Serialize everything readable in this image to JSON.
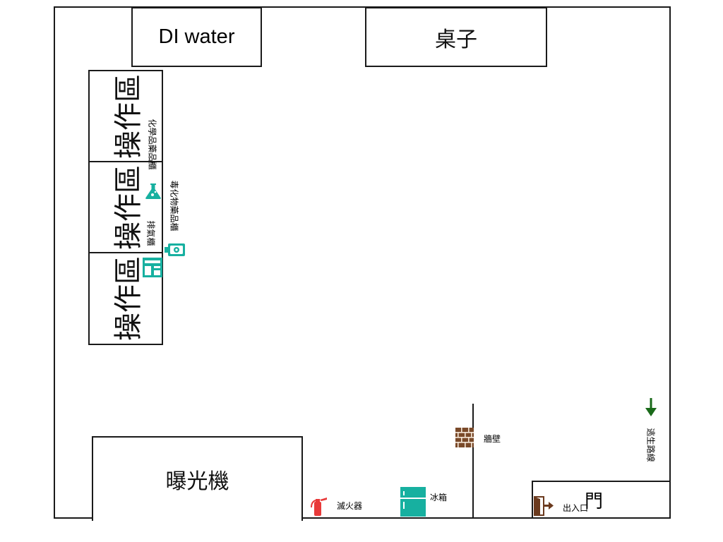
{
  "rooms": {
    "di_water": "DI water",
    "table": "桌子",
    "work_zones": [
      "操作區",
      "操作區",
      "操作區"
    ],
    "exposure": "曝光機"
  },
  "labels": {
    "chemical_cabinet": "化學品藥品櫃",
    "toxic_cabinet": "毒化物藥品櫃",
    "fume_hood": "排氣櫃",
    "wall": "牆壁",
    "escape_route": "逃生路線",
    "fire_extinguisher": "滅火器",
    "fridge": "冰箱",
    "exit": "出入口",
    "door": "門"
  },
  "colors": {
    "teal": "#17b0a0",
    "brick": "#7a4a2a",
    "fire_red": "#e83a3a",
    "arrow_green": "#1a6a1a"
  },
  "icons": {
    "flask": "flask-icon",
    "toxic": "toxic-cabinet-icon",
    "hood": "fume-hood-icon",
    "brick": "brick-wall-icon",
    "arrow": "arrow-down-icon",
    "extinguisher": "fire-extinguisher-icon",
    "fridge": "fridge-icon",
    "exit": "exit-door-icon"
  }
}
